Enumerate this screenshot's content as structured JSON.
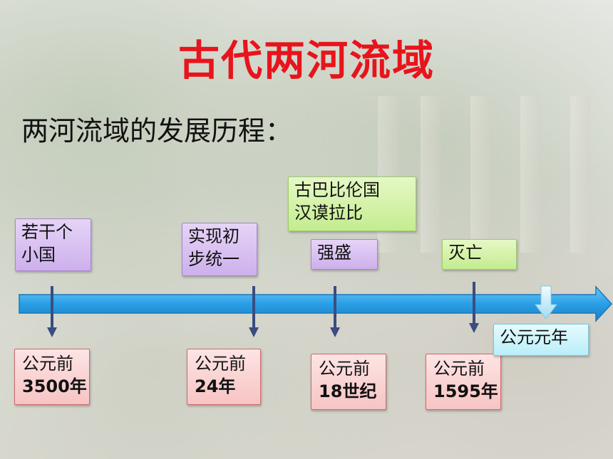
{
  "slide": {
    "title": "古代两河流域",
    "subtitle": "两河流域的发展历程："
  },
  "colors": {
    "title": "#e8141c",
    "arrow": "#2a9fe6",
    "marker": "#3a4d80"
  },
  "events": [
    {
      "line1": "若干个",
      "line2": "小国"
    },
    {
      "line1": "实现初",
      "line2": "步统一"
    },
    {
      "line1": "古巴比伦国",
      "line2": "汉谟拉比"
    },
    {
      "line1": "强盛"
    },
    {
      "line1": "灭亡"
    }
  ],
  "dates": [
    {
      "line1": "公元前",
      "line2": "3500年"
    },
    {
      "line1": "公元前",
      "line2": "24年"
    },
    {
      "line1": "公元前",
      "line2": "18世纪"
    },
    {
      "line1": "公元前",
      "line2": "1595年"
    },
    {
      "line1": "公元元年"
    }
  ]
}
